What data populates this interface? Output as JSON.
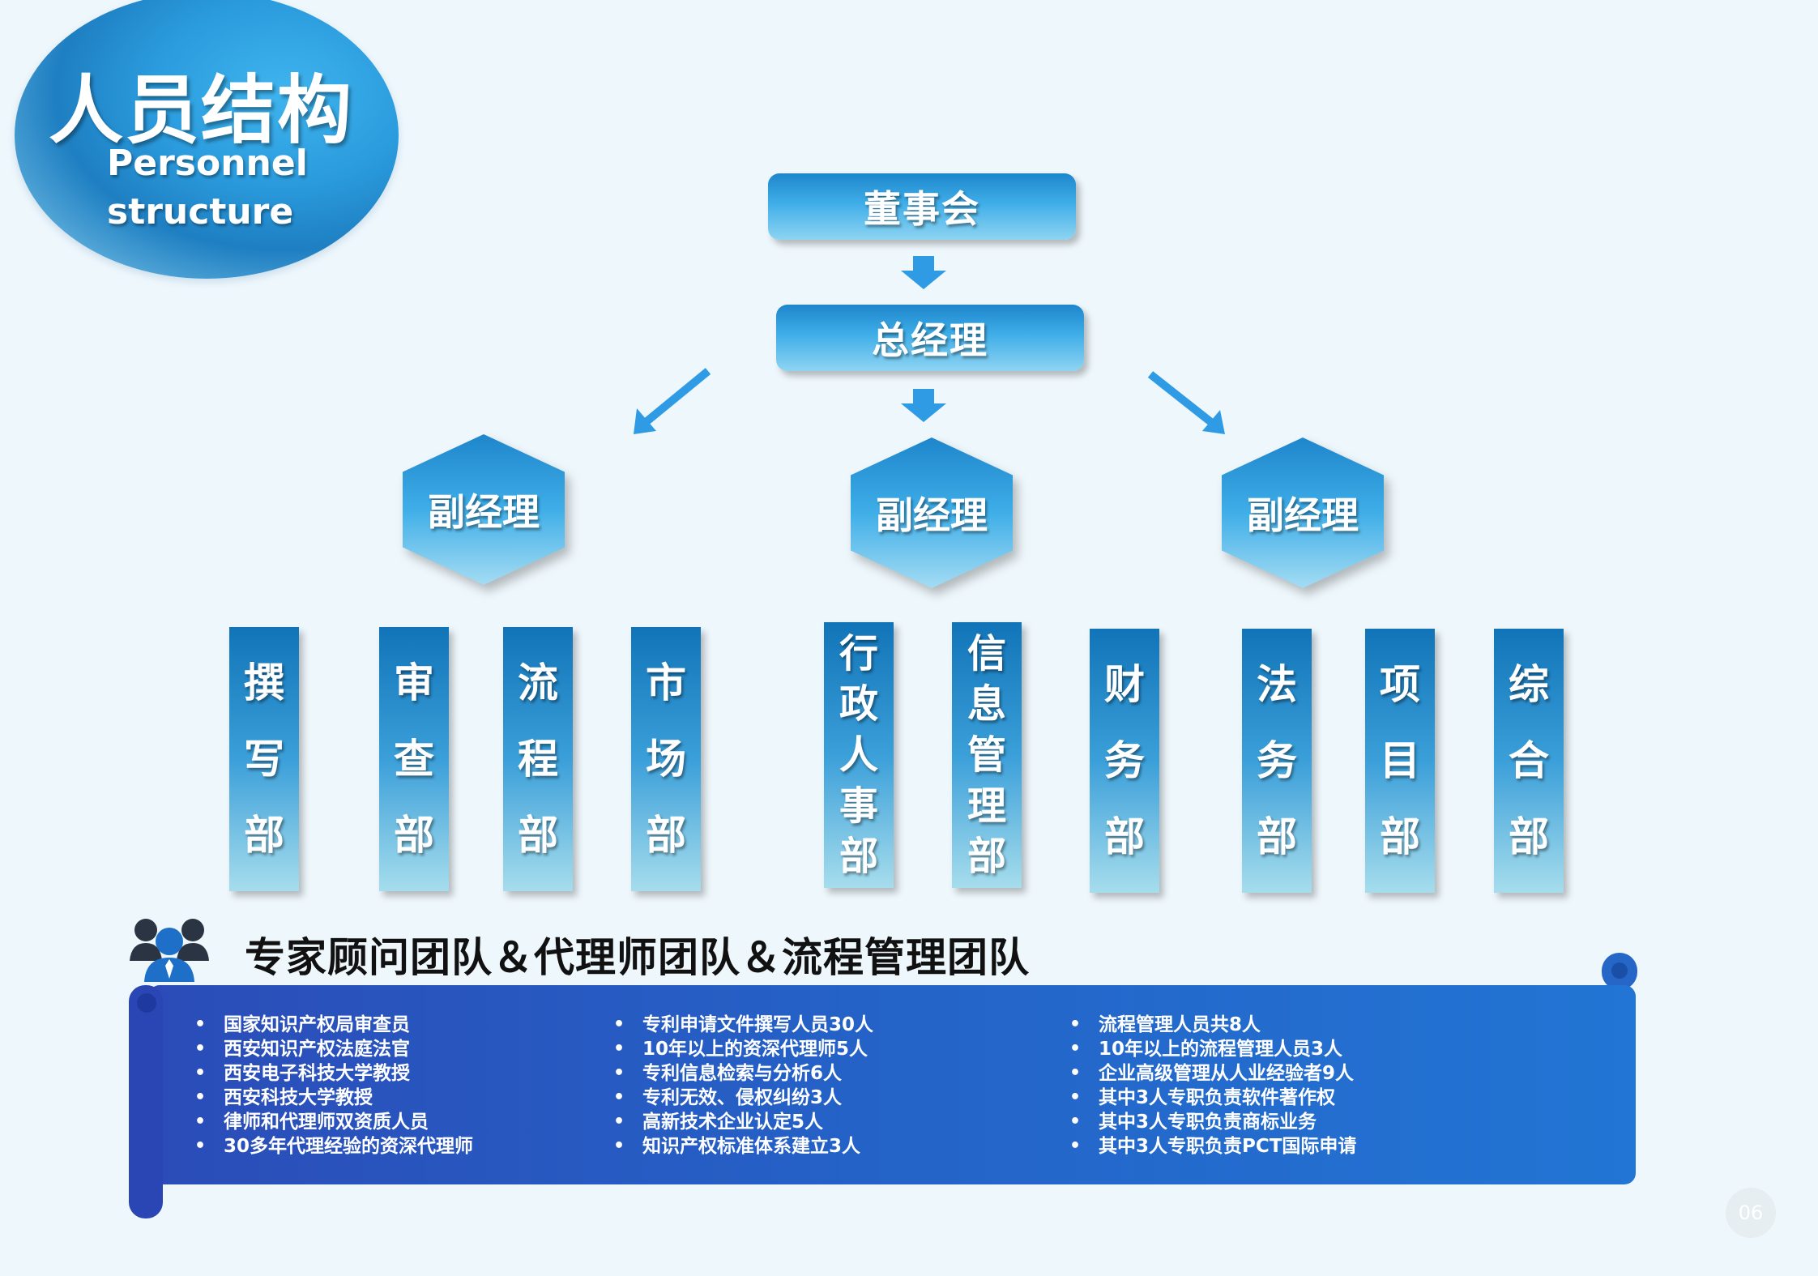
{
  "title": {
    "cn": "人员结构",
    "en_line1": "Personnel",
    "en_line2": "structure"
  },
  "org": {
    "board": "董事会",
    "general_manager": "总经理",
    "deputies": [
      "副经理",
      "副经理",
      "副经理"
    ],
    "departments": [
      "撰写部",
      "审查部",
      "流程部",
      "市场部",
      "行政人事部",
      "信息管理部",
      "财务部",
      "法务部",
      "项目部",
      "综合部"
    ]
  },
  "team": {
    "title": "专家顾问团队＆代理师团队＆流程管理团队",
    "icon": "team-people-icon",
    "columns": [
      [
        "国家知识产权局审查员",
        "西安知识产权法庭法官",
        "西安电子科技大学教授",
        "西安科技大学教授",
        "律师和代理师双资质人员",
        "30多年代理经验的资深代理师"
      ],
      [
        "专利申请文件撰写人员30人",
        "10年以上的资深代理师5人",
        "专利信息检索与分析6人",
        "专利无效、侵权纠纷3人",
        "高新技术企业认定5人",
        "知识产权标准体系建立3人"
      ],
      [
        "流程管理人员共8人",
        "10年以上的流程管理人员3人",
        "企业高级管理从人业经验者9人",
        "其中3人专职负责软件著作权",
        "其中3人专职负责商标业务",
        "其中3人专职负责PCT国际申请"
      ]
    ]
  },
  "page_number": "06",
  "colors": {
    "background": "#EEF7FC",
    "accent_blue": "#2A9BDD",
    "scroll_blue": "#2463C8",
    "arrow_blue": "#2F9BE4"
  }
}
